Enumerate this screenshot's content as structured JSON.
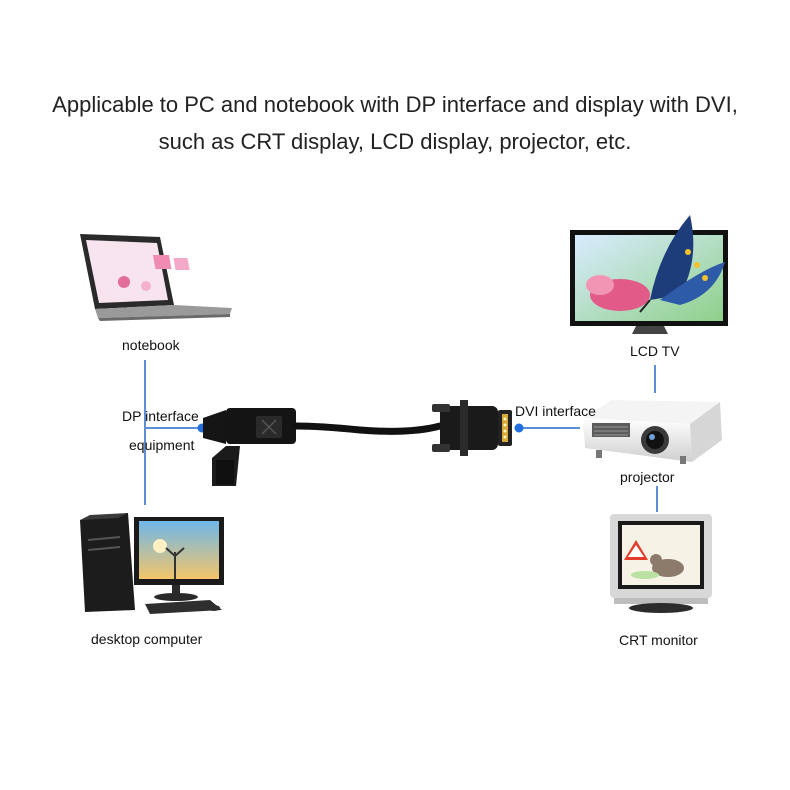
{
  "heading": {
    "line1": "Applicable to PC and notebook with DP interface and display with DVI,",
    "line2": "such as CRT display, LCD display, projector, etc."
  },
  "left": {
    "notebook": "notebook",
    "dp_interface": "DP interface",
    "equipment": "equipment",
    "desktop": "desktop computer"
  },
  "right": {
    "lcd_tv": "LCD TV",
    "dvi_interface": "DVI interface",
    "projector": "projector",
    "crt_monitor": "CRT monitor"
  },
  "colors": {
    "connector_line": "#5b8fd6",
    "dot": "#1f6fe0",
    "cable": "#111111",
    "dvi_pin": "#d8a93a"
  }
}
